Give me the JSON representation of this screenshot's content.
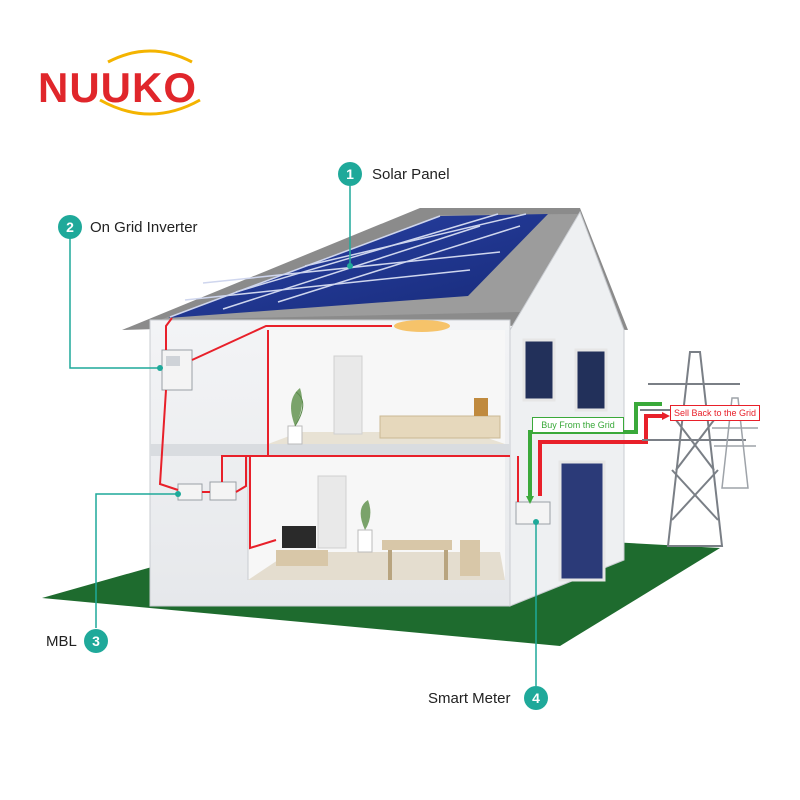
{
  "logo": {
    "text": "NUUKO"
  },
  "callouts": [
    {
      "number": "1",
      "label": "Solar Panel"
    },
    {
      "number": "2",
      "label": "On Grid Inverter"
    },
    {
      "number": "3",
      "label": "MBL"
    },
    {
      "number": "4",
      "label": "Smart Meter"
    }
  ],
  "flows": {
    "buy": "Buy From the Grid",
    "sell": "Sell Back to the Grid"
  },
  "colors": {
    "teal": "#1fa99a",
    "wire": "#e8202a",
    "buy": "#3aa93a",
    "sell": "#e8202a",
    "panel": "#1b2f8a",
    "grass": "#1e6b2e",
    "roof": "#8b8b8b",
    "logo_red": "#e0262b",
    "logo_yellow": "#f4b400"
  }
}
